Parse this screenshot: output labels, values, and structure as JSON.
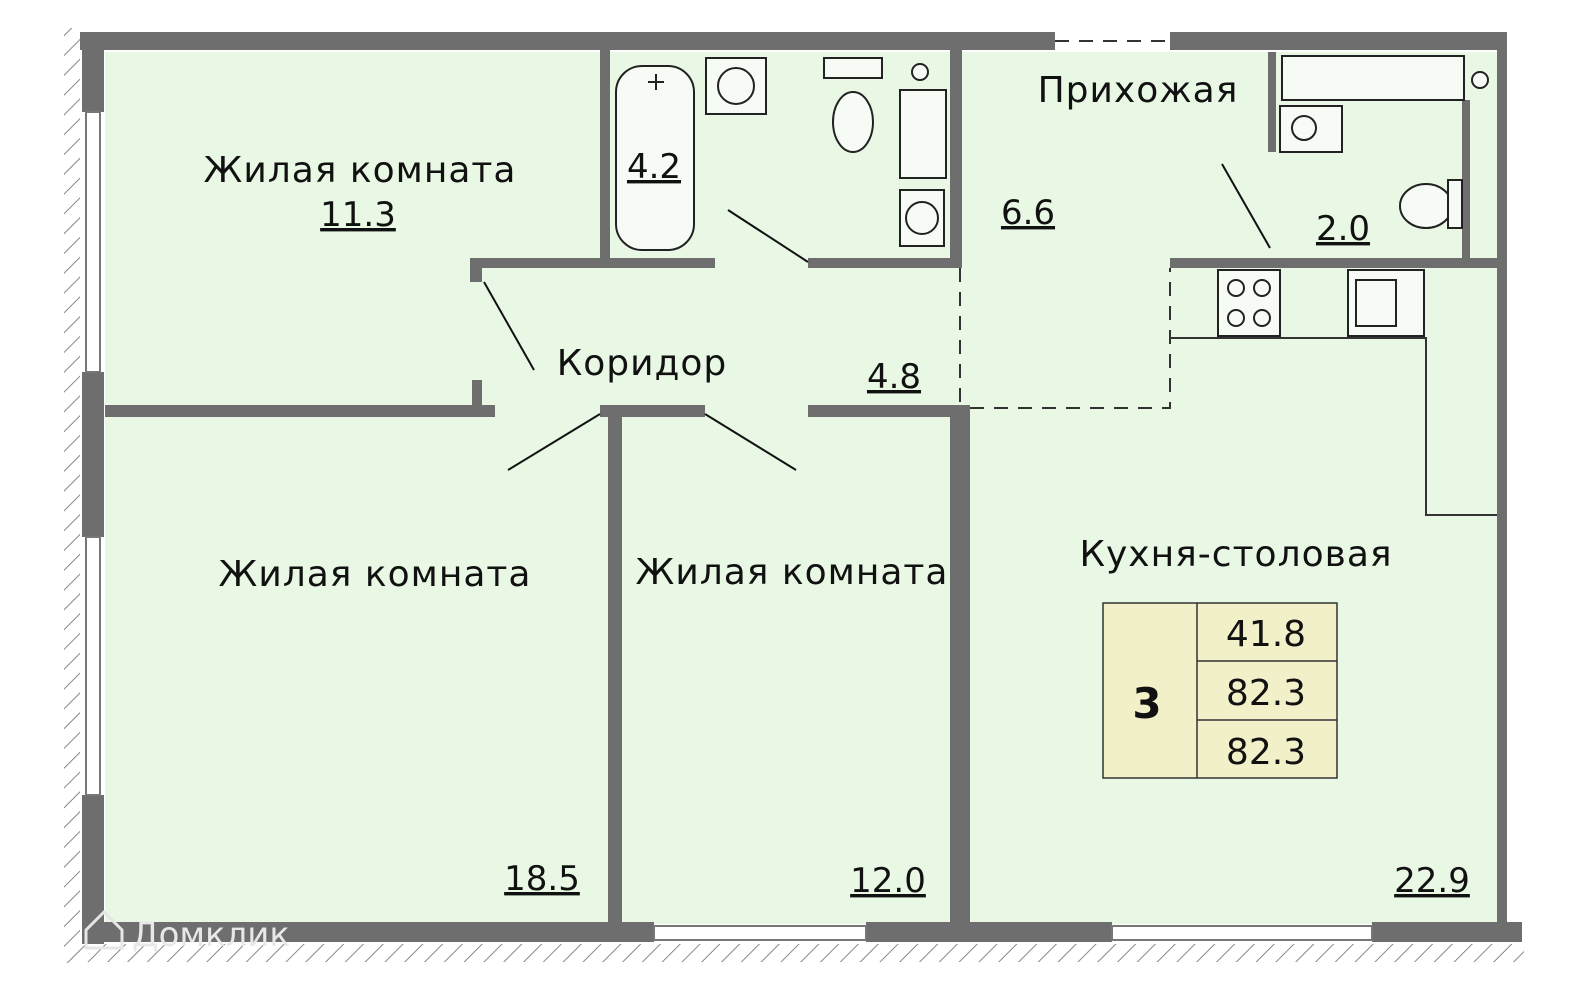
{
  "plan": {
    "rooms": [
      {
        "id": "bedroom-1",
        "name": "Жилая комната",
        "area": "11.3"
      },
      {
        "id": "bathroom",
        "name": "",
        "area": "4.2"
      },
      {
        "id": "hallway",
        "name": "Прихожая",
        "area": "6.6"
      },
      {
        "id": "wc",
        "name": "",
        "area": "2.0"
      },
      {
        "id": "corridor",
        "name": "Коридор",
        "area": "4.8"
      },
      {
        "id": "bedroom-2",
        "name": "Жилая комната",
        "area": "18.5"
      },
      {
        "id": "bedroom-3",
        "name": "Жилая комната",
        "area": "12.0"
      },
      {
        "id": "kitchen",
        "name": "Кухня-столовая",
        "area": "22.9"
      }
    ],
    "summary": {
      "rooms_count": "3",
      "living_area": "41.8",
      "total_area": "82.3",
      "total_area_with_balcony": "82.3"
    },
    "watermark": "Домклик"
  },
  "colors": {
    "room_fill": "#e8f8e4",
    "wall": "#6e6e6e",
    "summary_fill": "#f2f0c8",
    "line": "#111111"
  }
}
